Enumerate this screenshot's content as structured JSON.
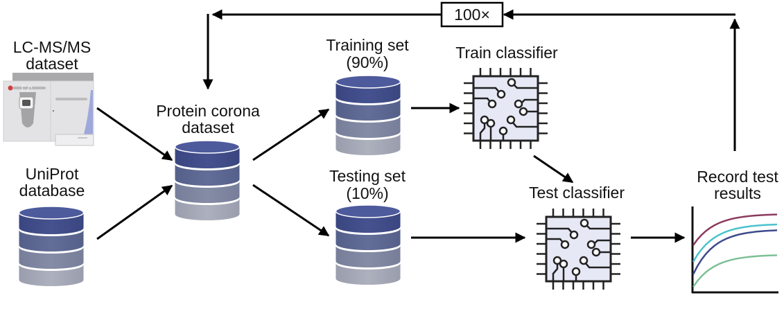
{
  "labels": {
    "lcms": [
      "LC-MS/MS",
      "dataset"
    ],
    "uniprot": [
      "UniProt",
      "database"
    ],
    "corona": [
      "Protein corona",
      "dataset"
    ],
    "training": [
      "Training set",
      "(90%)"
    ],
    "testing": [
      "Testing set",
      "(10%)"
    ],
    "train_classifier": "Train classifier",
    "test_classifier": "Test classifier",
    "record": [
      "Record test",
      "results"
    ],
    "loop": "100×"
  },
  "colors": {
    "db_top": "#4d5a9c",
    "db_layers": [
      "#3e4a86",
      "#5b6791",
      "#7d849f",
      "#a3a6b4"
    ],
    "instrument_body": "#e2e2e4",
    "instrument_accent": "#9fa8db",
    "curve_colors": [
      "#8b3a5e",
      "#4bc3cc",
      "#3d4a8c",
      "#7cc095"
    ]
  },
  "results_chart": {
    "curves": [
      {
        "name": "curve-1",
        "start": 0.55,
        "end": 0.92
      },
      {
        "name": "curve-2",
        "start": 0.35,
        "end": 0.8
      },
      {
        "name": "curve-3",
        "start": 0.2,
        "end": 0.73
      },
      {
        "name": "curve-4",
        "start": 0.05,
        "end": 0.43
      }
    ]
  }
}
